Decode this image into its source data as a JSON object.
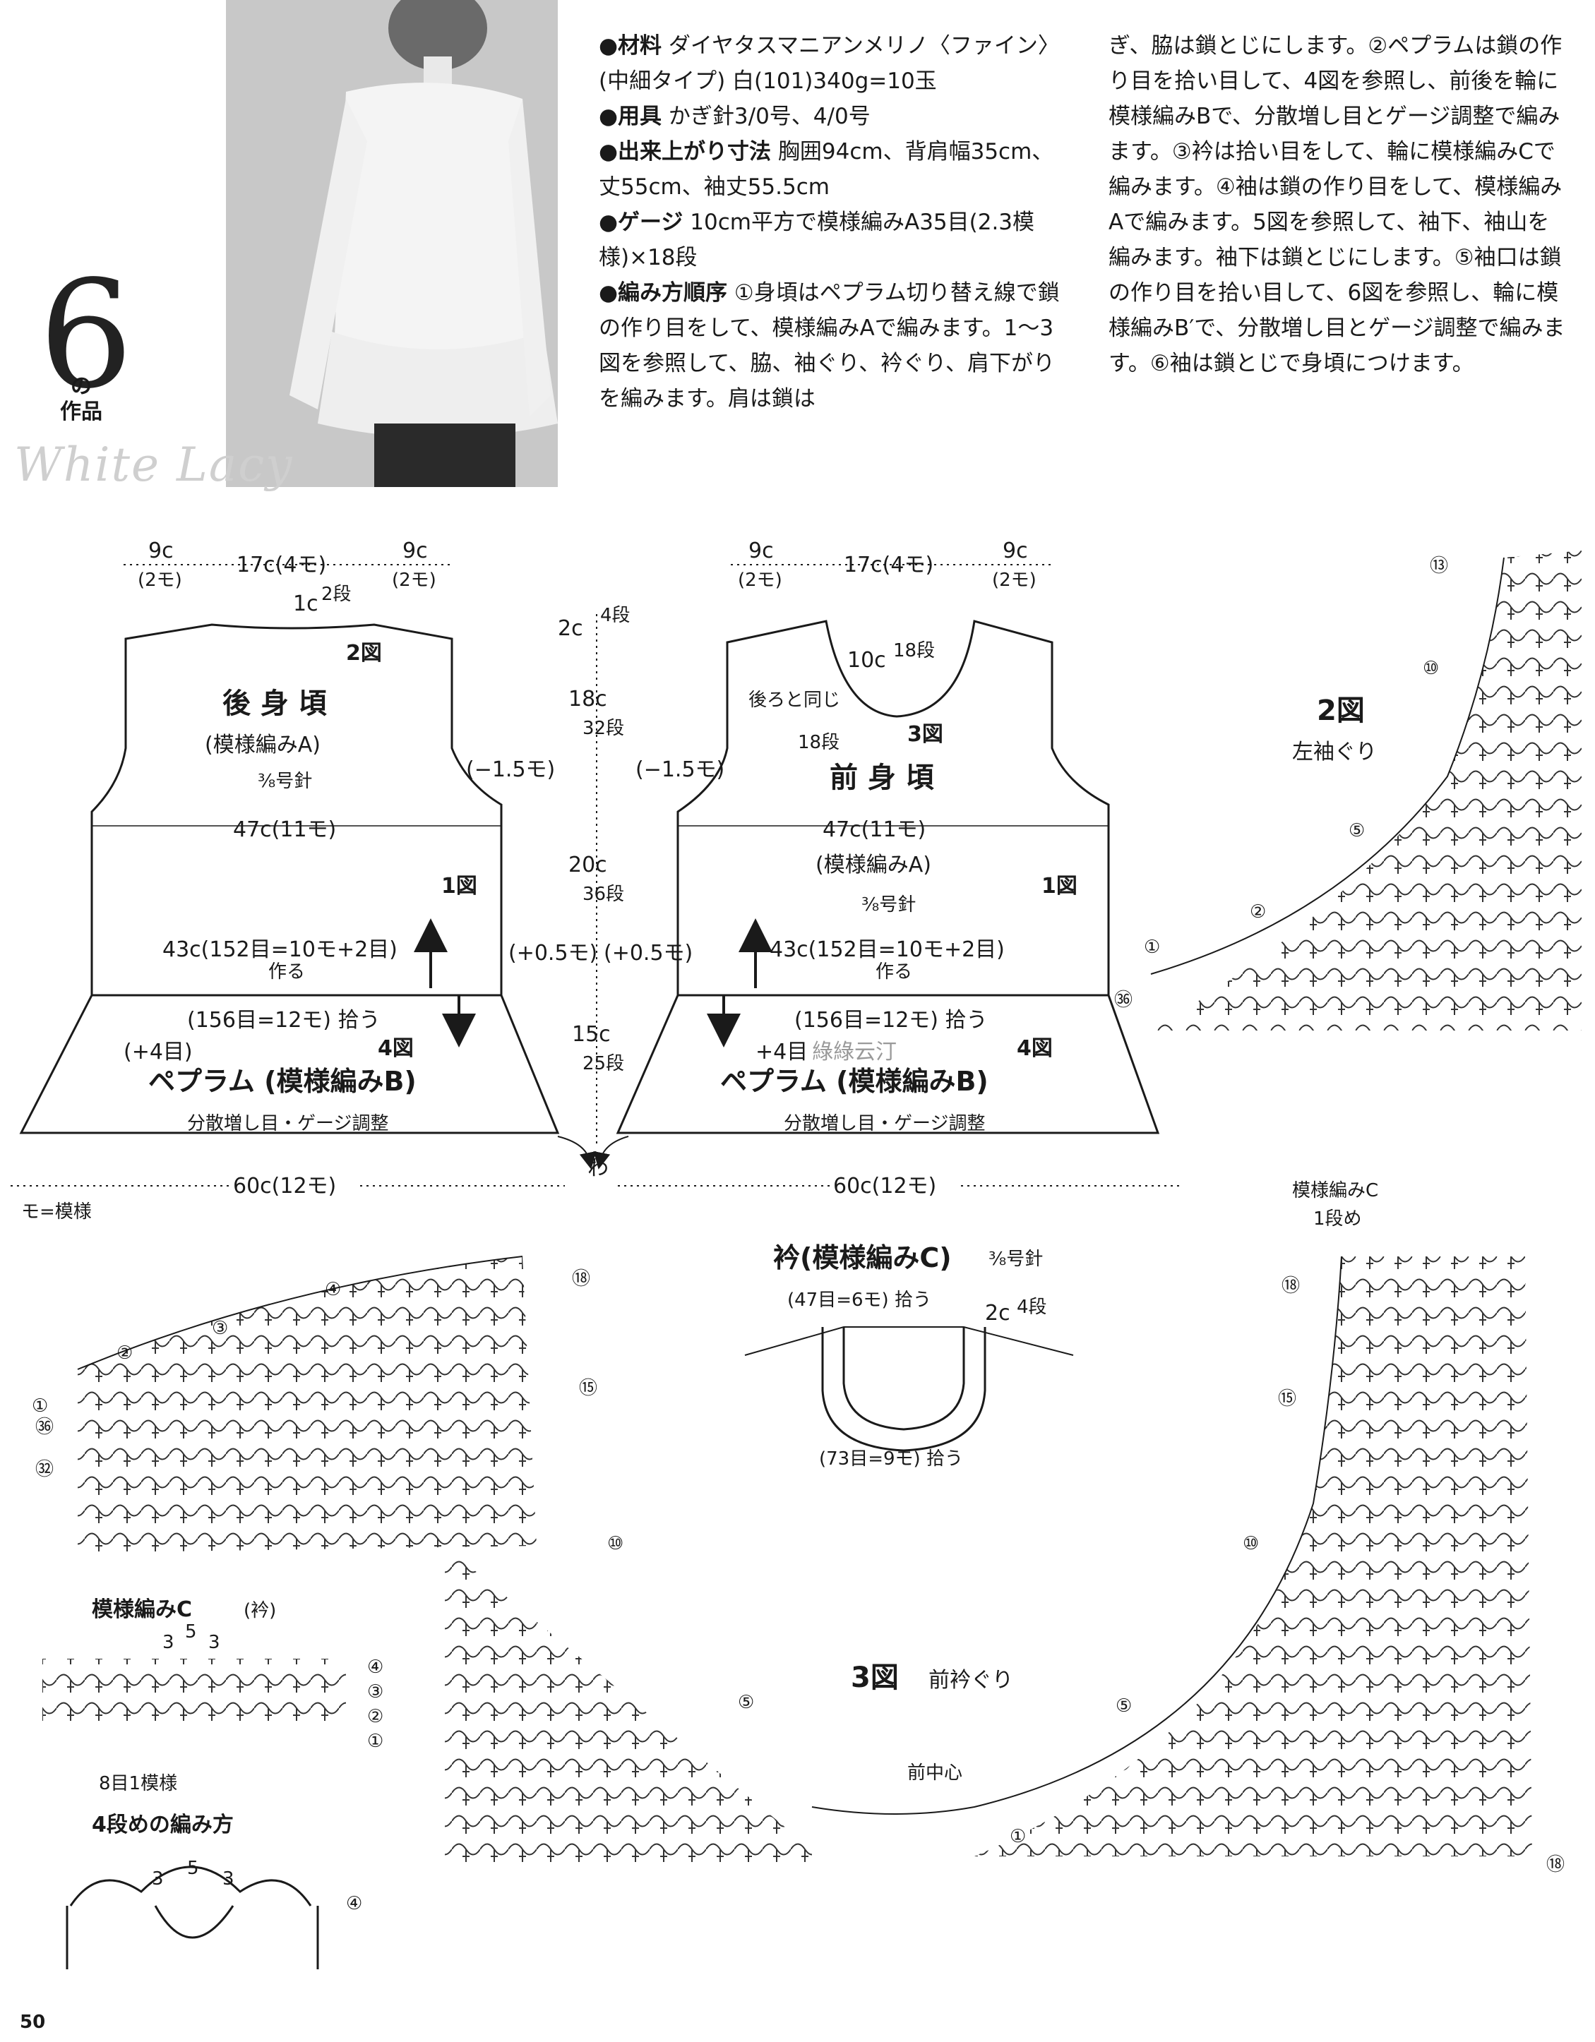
{
  "header": {
    "work_number": "6",
    "work_label_1": "の",
    "work_label_2": "作品",
    "brand": "White Lacy"
  },
  "instructions": {
    "materials_label": "●材料",
    "materials": "ダイヤタスマニアンメリノ〈ファイン〉(中細タイプ) 白(101)340g=10玉",
    "tools_label": "●用具",
    "tools": "かぎ針3/0号、4/0号",
    "size_label": "●出来上がり寸法",
    "size": "胸囲94cm、背肩幅35cm、丈55cm、袖丈55.5cm",
    "gauge_label": "●ゲージ",
    "gauge": "10cm平方で模様編みA35目(2.3模様)×18段",
    "steps_label": "●編み方順序",
    "steps_1": "①身頃はペプラム切り替え線で鎖の作り目をして、模様編みAで編みます。1～3図を参照して、脇、袖ぐり、衿ぐり、肩下がりを編みます。肩は鎖は",
    "steps_2": "ぎ、脇は鎖とじにします。②ペプラムは鎖の作り目を拾い目して、4図を参照し、前後を輪に模様編みBで、分散増し目とゲージ調整で編みます。③衿は拾い目をして、輪に模様編みCで編みます。④袖は鎖の作り目をして、模様編みAで編みます。5図を参照して、袖下、袖山を編みます。袖下は鎖とじにします。⑤袖口は鎖の作り目を拾い目して、6図を参照し、輪に模様編みB′で、分散増し目とゲージ調整で編みます。⑥袖は鎖とじで身頃につけます。"
  },
  "back": {
    "top_left": "9c",
    "top_left_sub": "(2モ)",
    "top_mid": "17c(4モ)",
    "top_right": "9c",
    "top_right_sub": "(2モ)",
    "neck": "1c",
    "neck_rows": "2段",
    "fig2": "2図",
    "title": "後 身 頃",
    "pattern": "(模様編みA)",
    "needle": "⅜号針",
    "dec": "(−1.5モ)",
    "width": "47c(11モ)",
    "fig1": "1図",
    "start": "43c(152目=10モ+2目)",
    "start_sub": "作る",
    "inc": "(+0.5モ)",
    "pickup": "(156目=12モ) 拾う",
    "plus4": "(+4目)",
    "fig4": "4図",
    "peplum": "ペプラム (模様編みB)",
    "peplum_note": "分散増し目・ゲージ調整",
    "bottom": "60c(12モ)"
  },
  "center_dims": {
    "a": "2c",
    "a_rows": "4段",
    "b": "18c",
    "b_rows": "32段",
    "c": "20c",
    "c_rows": "36段",
    "d": "15c",
    "d_rows": "25段",
    "wa": "わ",
    "inc_right": "(+0.5モ)"
  },
  "front": {
    "top_left": "9c",
    "top_left_sub": "(2モ)",
    "top_mid": "17c(4モ)",
    "top_right": "9c",
    "top_right_sub": "(2モ)",
    "neck": "10c",
    "neck_rows": "18段",
    "same_as_back": "後ろと同じ",
    "rows18": "18段",
    "fig3": "3図",
    "title": "前 身 頃",
    "dec": "(−1.5モ)",
    "width": "47c(11モ)",
    "pattern": "(模様編みA)",
    "needle": "⅜号針",
    "fig1": "1図",
    "start": "43c(152目=10モ+2目)",
    "start_sub": "作る",
    "pickup": "(156目=12モ) 拾う",
    "plus4": "+4目",
    "fig4": "4図",
    "peplum": "ペプラム (模様編みB)",
    "peplum_note": "分散増し目・ゲージ調整",
    "bottom": "60c(12モ)",
    "watermark": "綠綠云汀"
  },
  "legend": "モ=模様",
  "armhole": {
    "fig": "2図",
    "title": "左袖ぐり",
    "marks": [
      "⑬",
      "⑩",
      "⑤",
      "②",
      "①",
      "㊱"
    ]
  },
  "collar": {
    "title": "衿(模様編みC)",
    "needle": "⅜号針",
    "pick_top": "(47目=6モ) 拾う",
    "height": "2c",
    "height_rows": "4段",
    "pick_bottom": "(73目=9モ) 拾う"
  },
  "back_neck_chart": {
    "marks": [
      "④",
      "③",
      "②",
      "①",
      "㊱",
      "㉜",
      "⑱",
      "⑮",
      "⑩",
      "⑤"
    ]
  },
  "front_neck": {
    "pattern_c_label": "模様編みC",
    "row1": "1段め",
    "fig": "3図",
    "title": "前衿ぐり",
    "center": "前中心",
    "marks": [
      "⑱",
      "⑮",
      "⑩",
      "⑤",
      "①",
      "⑱"
    ]
  },
  "pattern_c": {
    "title": "模様編みC",
    "sub": "(衿)",
    "rows": [
      "④",
      "③",
      "②",
      "①"
    ],
    "repeat": "8目1模様",
    "nums": [
      "3",
      "5",
      "3"
    ]
  },
  "row4": {
    "title": "4段めの編み方",
    "nums": [
      "3",
      "5",
      "3"
    ],
    "row": "④"
  },
  "page_number": "50"
}
